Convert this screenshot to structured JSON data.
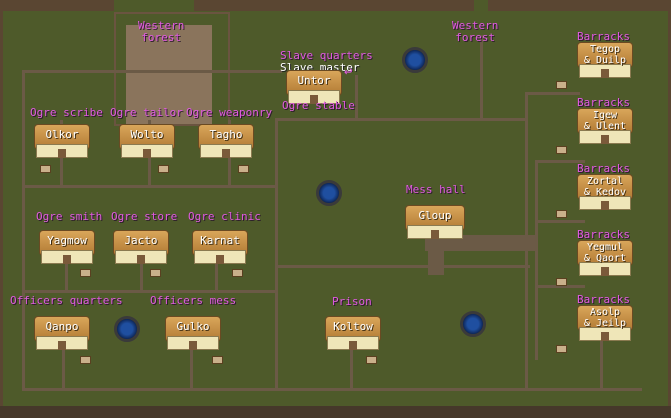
{
  "map": {
    "zones": {
      "western_forest_left": "Western\nforest",
      "western_forest_right": "Western\nforest"
    },
    "labels": {
      "slave_quarters": "Slave quarters",
      "slave_master": "Slave master",
      "ogre_stable": "Ogre stable",
      "ogre_scribe": "Ogre scribe",
      "ogre_tailor": "Ogre tailor",
      "ogre_weaponry": "Ogre weaponry",
      "ogre_smith": "Ogre smith",
      "ogre_store": "Ogre store",
      "ogre_clinic": "Ogre clinic",
      "officers_quarters": "Officers quarters",
      "officers_mess": "Officers mess",
      "prison": "Prison",
      "mess_hall": "Mess hall",
      "barracks_1": "Barracks",
      "barracks_2": "Barracks",
      "barracks_3": "Barracks",
      "barracks_4": "Barracks",
      "barracks_5": "Barracks"
    },
    "occupants": {
      "untor": "Untor",
      "olkor": "Olkor",
      "wolto": "Wolto",
      "tagho": "Tagho",
      "yagmow": "Yagmow",
      "jacto": "Jacto",
      "karnat": "Karnat",
      "qanpo": "Qanpo",
      "gulko": "Gulko",
      "koltow": "Koltow",
      "gloup": "Gloup",
      "barracks_1": "Tegop\n& Duilp",
      "barracks_2": "Igew\n& Ulent",
      "barracks_3": "Zortal\n& Kedov",
      "barracks_4": "Yegmul\n& Qaort",
      "barracks_5": "Asolp\n& Jeilp"
    },
    "colors": {
      "label": "#e05ae0",
      "grass": "#4e5a2a",
      "water": "#1f4fa0"
    }
  }
}
